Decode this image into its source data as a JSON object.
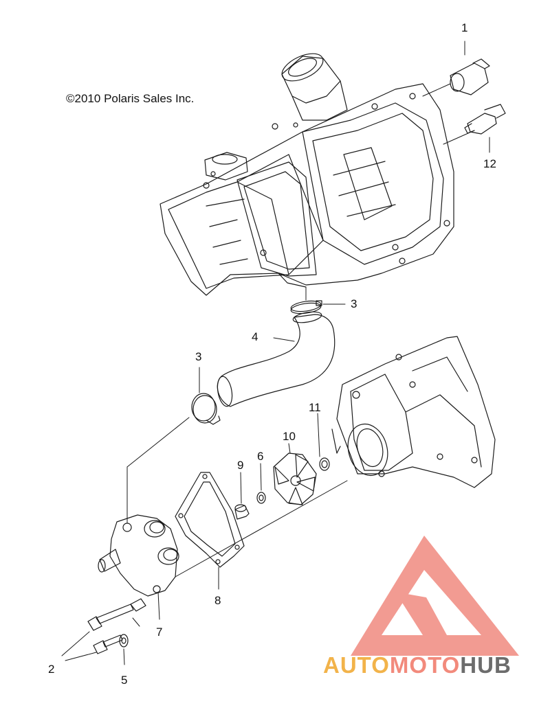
{
  "copyright": "©2010 Polaris Sales Inc.",
  "callouts": {
    "c1": "1",
    "c12": "12",
    "c3a": "3",
    "c4": "4",
    "c3b": "3",
    "c11": "11",
    "c10": "10",
    "c9": "9",
    "c6": "6",
    "c8": "8",
    "c7": "7",
    "c2": "2",
    "c5": "5"
  },
  "parts": [
    "cylinder-head",
    "crankcase",
    "coolant-hose",
    "hose-clamp",
    "water-pump-cover",
    "gasket",
    "impeller",
    "bolt",
    "washer",
    "plug",
    "temperature-sensor",
    "oil-seal"
  ],
  "watermark": {
    "auto": "AUTO",
    "moto": "MOTO",
    "hub": "HUB",
    "logo_color": "#f08a80"
  }
}
